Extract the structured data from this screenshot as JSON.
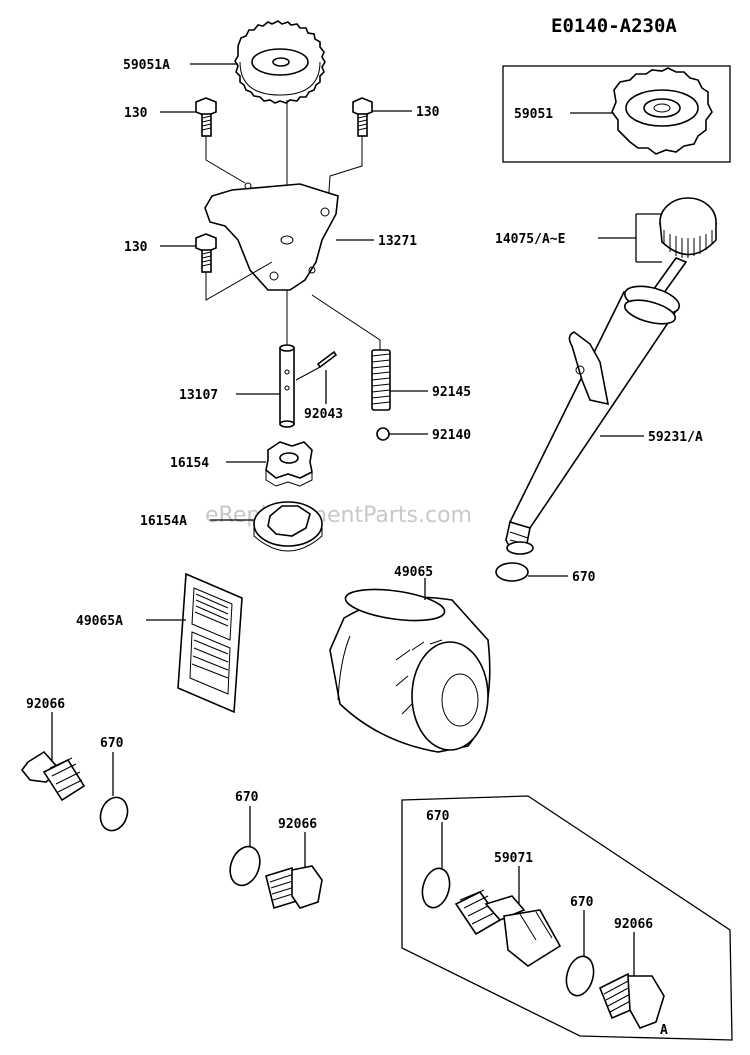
{
  "diagram_code": "E0140-A230A",
  "watermark": "eReplacementParts.com",
  "callouts": {
    "gear_main": "59051A",
    "gear_alt": "59051",
    "bolt_upper_left": "130",
    "bolt_upper_right": "130",
    "bolt_lower": "130",
    "plate": "13271",
    "shaft": "13107",
    "pin": "92043",
    "spring": "92145",
    "ball": "92140",
    "inner_rotor": "16154",
    "outer_rotor": "16154A",
    "dipstick_cap": "14075/A~E",
    "dipstick_tube": "59231/A",
    "tube_oring": "670",
    "oil_filter": "49065",
    "screen_filter": "49065A",
    "plug_left": "92066",
    "oring_left": "670",
    "oring_middle": "670",
    "plug_middle": "92066",
    "oring_box_left": "670",
    "drain_fitting": "59071",
    "oring_box_right": "670",
    "plug_box": "92066",
    "box_marker": "A"
  }
}
